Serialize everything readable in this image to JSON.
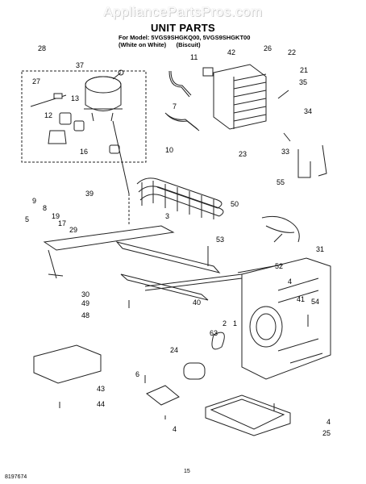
{
  "watermark": "AppliancePartsPros.com",
  "title": "UNIT PARTS",
  "model_line_1": "For Model: 5VGS9SHGKQ00, 5VGS9SHGKT00",
  "model_line_2": "(White on White)      (Biscuit)",
  "page_number": "15",
  "doc_number": "8197674",
  "callouts": [
    "28",
    "37",
    "11",
    "42",
    "26",
    "22",
    "21",
    "35",
    "27",
    "13",
    "12",
    "7",
    "34",
    "16",
    "10",
    "23",
    "33",
    "9",
    "39",
    "55",
    "8",
    "3",
    "50",
    "19",
    "17",
    "29",
    "5",
    "31",
    "53",
    "52",
    "30",
    "49",
    "40",
    "4",
    "41",
    "54",
    "48",
    "63",
    "2",
    "1",
    "24",
    "6",
    "43",
    "44",
    "4",
    "25",
    "4"
  ]
}
